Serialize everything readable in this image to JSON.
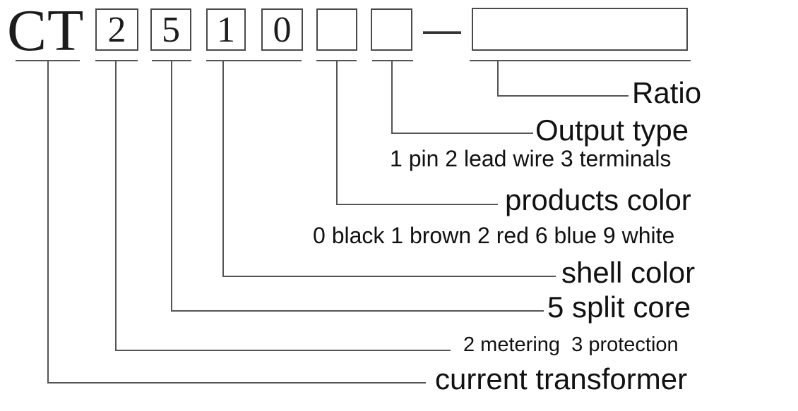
{
  "model_code": {
    "prefix": "CT",
    "digit_boxes": [
      "2",
      "5",
      "1",
      "0",
      "",
      ""
    ],
    "separator": "—",
    "ratio_box_value": ""
  },
  "callouts": {
    "ratio": "Ratio",
    "output_type": "Output type",
    "output_type_options": "1 pin 2 lead wire 3 terminals",
    "products_color": "products color",
    "products_color_options": "0 black 1 brown 2 red 6 blue 9 white",
    "shell_color": "shell color",
    "split_core": "5 split core",
    "function_options": "2 metering  3 protection",
    "device_name": "current transformer"
  },
  "colors": {
    "line": "#555555",
    "box_border": "#4a4a4a",
    "text": "#111111",
    "background": "#ffffff"
  }
}
